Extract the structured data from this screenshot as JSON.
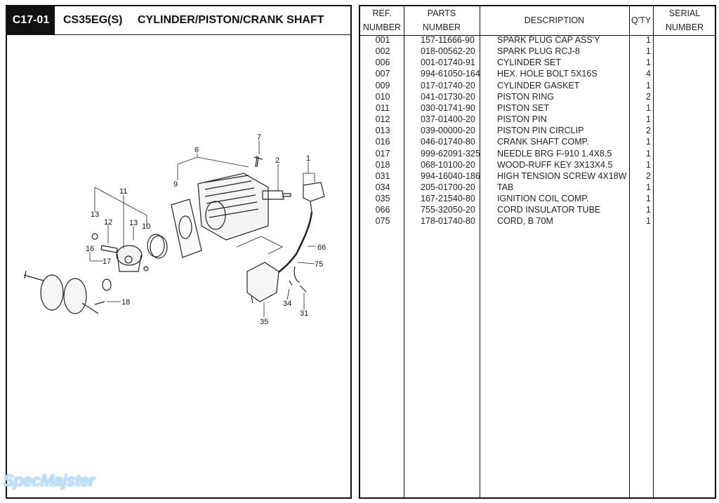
{
  "header": {
    "code": "C17-01",
    "model": "CS35EG(S)",
    "title": "CYLINDER/PISTON/CRANK SHAFT"
  },
  "table": {
    "columns": {
      "ref": [
        "REF.",
        "NUMBER"
      ],
      "parts": [
        "PARTS",
        "NUMBER"
      ],
      "desc": "DESCRIPTION",
      "qty": "Q'TY",
      "serial": [
        "SERIAL",
        "NUMBER"
      ]
    },
    "rows": [
      {
        "ref": "001",
        "part": "157-11666-90",
        "desc": "SPARK PLUG CAP ASS'Y",
        "qty": "1"
      },
      {
        "ref": "002",
        "part": "018-00562-20",
        "desc": "SPARK PLUG RCJ-8",
        "qty": "1"
      },
      {
        "ref": "006",
        "part": "001-01740-91",
        "desc": "CYLINDER SET",
        "qty": "1"
      },
      {
        "ref": "007",
        "part": "994-61050-164",
        "desc": "HEX. HOLE BOLT 5X16S",
        "qty": "4"
      },
      {
        "ref": "009",
        "part": "017-01740-20",
        "desc": "CYLINDER GASKET",
        "qty": "1"
      },
      {
        "ref": "010",
        "part": "041-01730-20",
        "desc": "PISTON RING",
        "qty": "2"
      },
      {
        "ref": "011",
        "part": "030-01741-90",
        "desc": "PISTON SET",
        "qty": "1"
      },
      {
        "ref": "012",
        "part": "037-01400-20",
        "desc": "PISTON PIN",
        "qty": "1"
      },
      {
        "ref": "013",
        "part": "039-00000-20",
        "desc": "PISTON PIN CIRCLIP",
        "qty": "2"
      },
      {
        "ref": "016",
        "part": "046-01740-80",
        "desc": "CRANK SHAFT COMP.",
        "qty": "1"
      },
      {
        "ref": "017",
        "part": "999-62091-325",
        "desc": "NEEDLE BRG F-910 1.4X8.5",
        "qty": "1"
      },
      {
        "ref": "018",
        "part": "068-10100-20",
        "desc": "WOOD-RUFF KEY 3X13X4.5",
        "qty": "1"
      },
      {
        "ref": "031",
        "part": "994-16040-186",
        "desc": "HIGH TENSION SCREW 4X18W",
        "qty": "2"
      },
      {
        "ref": "034",
        "part": "205-01700-20",
        "desc": "TAB",
        "qty": "1"
      },
      {
        "ref": "035",
        "part": "167-21540-80",
        "desc": "IGNITION COIL COMP.",
        "qty": "1"
      },
      {
        "ref": "066",
        "part": "755-32050-20",
        "desc": "CORD INSULATOR TUBE",
        "qty": "1"
      },
      {
        "ref": "075",
        "part": "178-01740-80",
        "desc": "CORD, B 70M",
        "qty": "1"
      }
    ]
  },
  "diagram": {
    "callouts": [
      "7",
      "6",
      "2",
      "1",
      "9",
      "11",
      "13",
      "12",
      "13",
      "10",
      "16",
      "17",
      "66",
      "75",
      "18",
      "34",
      "31",
      "35"
    ]
  },
  "watermark": "SpecMajster"
}
